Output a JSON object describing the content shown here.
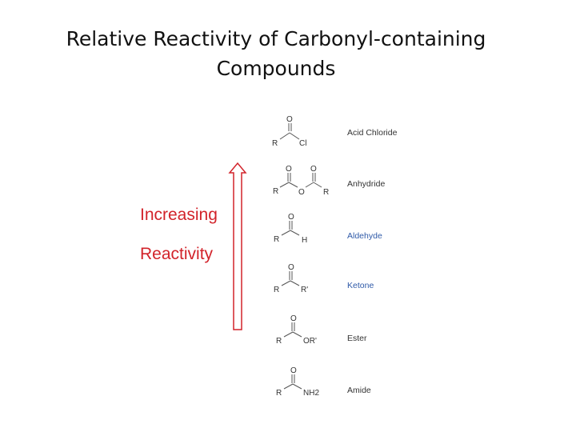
{
  "title": {
    "line1": "Relative Reactivity of Carbonyl-containing",
    "line2": "Compounds"
  },
  "trend": {
    "label_line1": "Increasing",
    "label_line2": "Reactivity",
    "color": "#d2232a"
  },
  "compounds": [
    {
      "name": "Acid Chloride",
      "name_color": "#333333",
      "atoms": {
        "o": "O",
        "r": "R",
        "x": "Cl"
      }
    },
    {
      "name": "Anhydride",
      "name_color": "#333333",
      "atoms": {
        "o1": "O",
        "o2": "O",
        "r1": "R",
        "ob": "O",
        "r2": "R"
      }
    },
    {
      "name": "Aldehyde",
      "name_color": "#2f5aa8",
      "atoms": {
        "o": "O",
        "r": "R",
        "x": "H"
      }
    },
    {
      "name": "Ketone",
      "name_color": "#2f5aa8",
      "atoms": {
        "o": "O",
        "r": "R",
        "x": "R'"
      }
    },
    {
      "name": "Ester",
      "name_color": "#333333",
      "atoms": {
        "o": "O",
        "r": "R",
        "x": "OR'"
      }
    },
    {
      "name": "Amide",
      "name_color": "#333333",
      "atoms": {
        "o": "O",
        "r": "R",
        "x": "NH2"
      }
    }
  ]
}
